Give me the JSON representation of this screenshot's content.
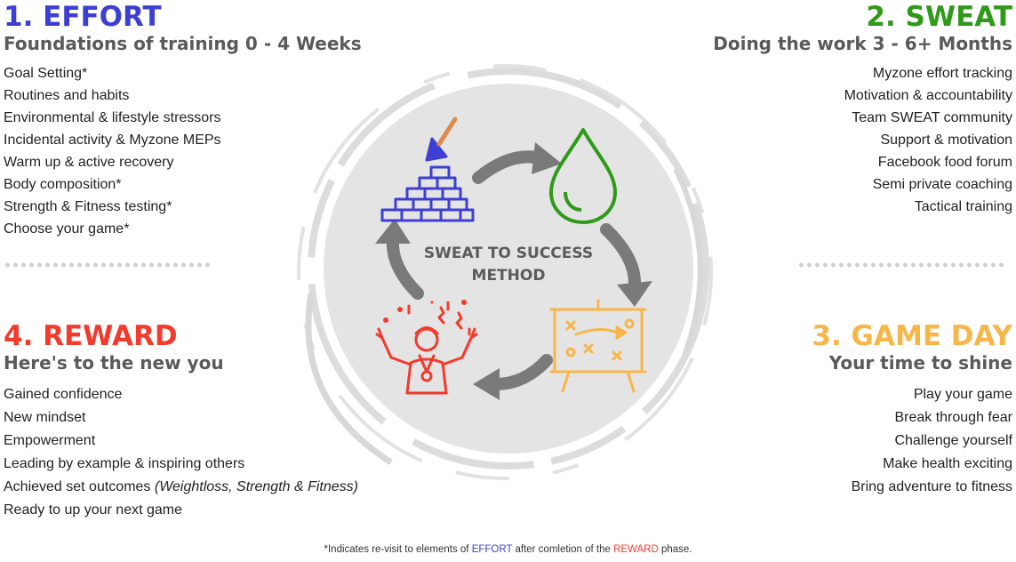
{
  "colors": {
    "effort": "#3d3fd4",
    "sweat": "#2f9a1a",
    "game_day": "#f7b64a",
    "reward": "#f23a2d",
    "subtitle": "#5a5a5a",
    "arrow": "#7a7a7a",
    "circle": "#dedede"
  },
  "effort": {
    "title": "1. EFFORT",
    "subtitle": "Foundations of training 0 - 4 Weeks",
    "items": [
      "Goal Setting*",
      "Routines and habits",
      "Environmental & lifestyle stressors",
      "Incidental activity & Myzone MEPs",
      "Warm up & active recovery",
      "Body composition*",
      "Strength & Fitness testing*",
      "Choose your game*"
    ]
  },
  "sweat": {
    "title": "2. SWEAT",
    "subtitle": "Doing the work 3 - 6+ Months",
    "items": [
      "Myzone effort tracking",
      "Motivation & accountability",
      "Team SWEAT community",
      "Support & motivation",
      "Facebook food forum",
      "Semi private coaching",
      "Tactical training"
    ]
  },
  "reward": {
    "title": "4. REWARD",
    "subtitle": "Here's to the new you",
    "items": [
      "Gained confidence",
      "New mindset",
      "Empowerment",
      "Leading by example & inspiring others"
    ],
    "outcomes_text": "Achieved set outcomes ",
    "outcomes_italic": "(Weightloss, Strength & Fitness)",
    "last_item": "Ready to up your next game"
  },
  "game_day": {
    "title": "3. GAME DAY",
    "subtitle": "Your time to shine",
    "items": [
      "Play your game",
      "Break through fear",
      "Challenge yourself",
      "Make health exciting",
      "Bring adventure to fitness"
    ]
  },
  "center": {
    "line1": "SWEAT TO SUCCESS",
    "line2": "METHOD"
  },
  "icons": {
    "effort": "bricks-trowel-icon",
    "sweat": "water-drop-icon",
    "game_day": "tactics-board-icon",
    "reward": "celebrating-winner-icon"
  },
  "footnote": {
    "prefix": "*Indicates re-visit to elements of ",
    "effort": "EFFORT",
    "middle": " after comletion of the ",
    "reward": "REWARD",
    "suffix": " phase."
  }
}
